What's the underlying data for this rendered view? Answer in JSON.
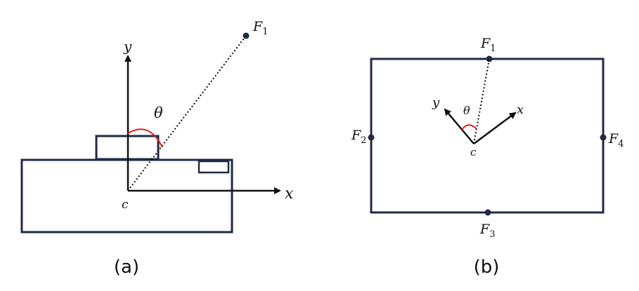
{
  "panel_a": {
    "caption": "(a)",
    "axis_x_label": "x",
    "axis_y_label": "y",
    "center_label": "c",
    "angle_label": "θ",
    "force_label": {
      "base": "F",
      "sub": "1"
    }
  },
  "panel_b": {
    "caption": "(b)",
    "axis_x_label": "x",
    "axis_y_label": "y",
    "center_label": "c",
    "angle_label": "θ",
    "forces": [
      {
        "base": "F",
        "sub": "1"
      },
      {
        "base": "F",
        "sub": "2"
      },
      {
        "base": "F",
        "sub": "3"
      },
      {
        "base": "F",
        "sub": "4"
      }
    ]
  },
  "colors": {
    "outline": "#1f2a44",
    "angle_arc": "#e31a1c",
    "ink": "#111111"
  }
}
